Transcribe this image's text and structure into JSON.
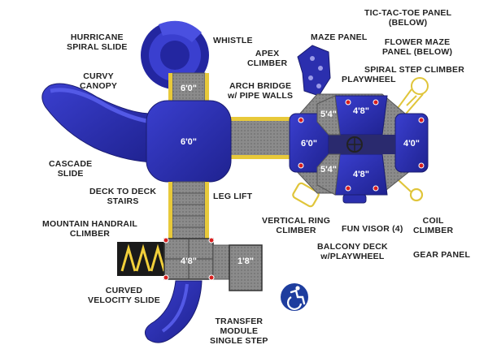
{
  "labels": {
    "tic_tac_toe": "TIC-TAC-TOE PANEL\n(BELOW)",
    "hurricane": "HURRICANE\nSPIRAL SLIDE",
    "whistle": "WHISTLE",
    "maze_panel": "MAZE PANEL",
    "flower_maze": "FLOWER MAZE\nPANEL (BELOW)",
    "apex": "APEX\nCLIMBER",
    "spiral_step": "SPIRAL STEP CLIMBER",
    "curvy_canopy": "CURVY\nCANOPY",
    "playwheel": "PLAYWHEEL",
    "arch_bridge": "ARCH BRIDGE\nw/ PIPE WALLS",
    "cascade": "CASCADE\nSLIDE",
    "deck_to_deck": "DECK TO DECK\nSTAIRS",
    "leg_lift": "LEG LIFT",
    "vertical_ring": "VERTICAL RING\nCLIMBER",
    "fun_visor": "FUN VISOR (4)",
    "coil": "COIL\nCLIMBER",
    "mountain": "MOUNTAIN HANDRAIL\nCLIMBER",
    "balcony": "BALCONY DECK\nw/PLAYWHEEL",
    "gear_panel": "GEAR PANEL",
    "curved_velocity": "CURVED\nVELOCITY SLIDE",
    "transfer": "TRANSFER\nMODULE\nSINGLE STEP"
  },
  "decks": {
    "top_small": "6'0\"",
    "main": "6'0\"",
    "left_hub": "6'0\"",
    "right_hub": "4'0\"",
    "top_hub": "4'8\"",
    "bottom_hub": "4'8\"",
    "tl_corner": "5'4\"",
    "bl_corner": "5'4\"",
    "lower_deck": "4'8\"",
    "small_deck": "1'8\""
  },
  "colors": {
    "blue": "#2b2fae",
    "blue_dark": "#1c1f7a",
    "grey": "#8a8a8a",
    "yellow": "#f2d03b",
    "access": "#1e3d9e"
  },
  "icons": {
    "accessibility": "accessibility-icon"
  }
}
